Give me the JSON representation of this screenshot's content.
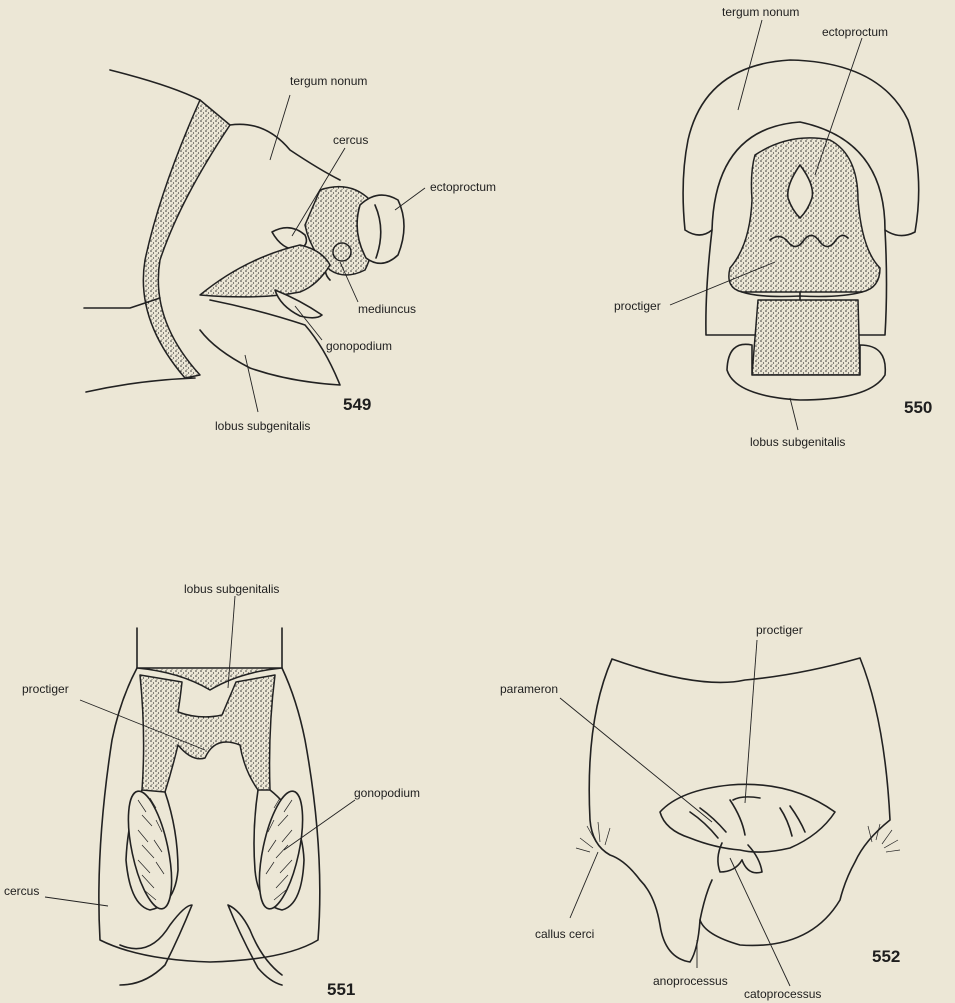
{
  "figures": [
    {
      "number": "549",
      "labels": {
        "tergum_nonum": "tergum nonum",
        "cercus": "cercus",
        "ectoproctum": "ectoproctum",
        "mediuncus": "mediuncus",
        "gonopodium": "gonopodium",
        "lobus_subgenitalis": "lobus subgenitalis"
      }
    },
    {
      "number": "550",
      "labels": {
        "tergum_nonum": "tergum nonum",
        "ectoproctum": "ectoproctum",
        "proctiger": "proctiger",
        "lobus_subgenitalis": "lobus subgenitalis"
      }
    },
    {
      "number": "551",
      "labels": {
        "lobus_subgenitalis": "lobus subgenitalis",
        "proctiger": "proctiger",
        "gonopodium": "gonopodium",
        "cercus": "cercus"
      }
    },
    {
      "number": "552",
      "labels": {
        "proctiger": "proctiger",
        "parameron": "parameron",
        "callus_cerci": "callus cerci",
        "anoprocessus": "anoprocessus",
        "catoprocessus": "catoprocessus"
      }
    }
  ]
}
